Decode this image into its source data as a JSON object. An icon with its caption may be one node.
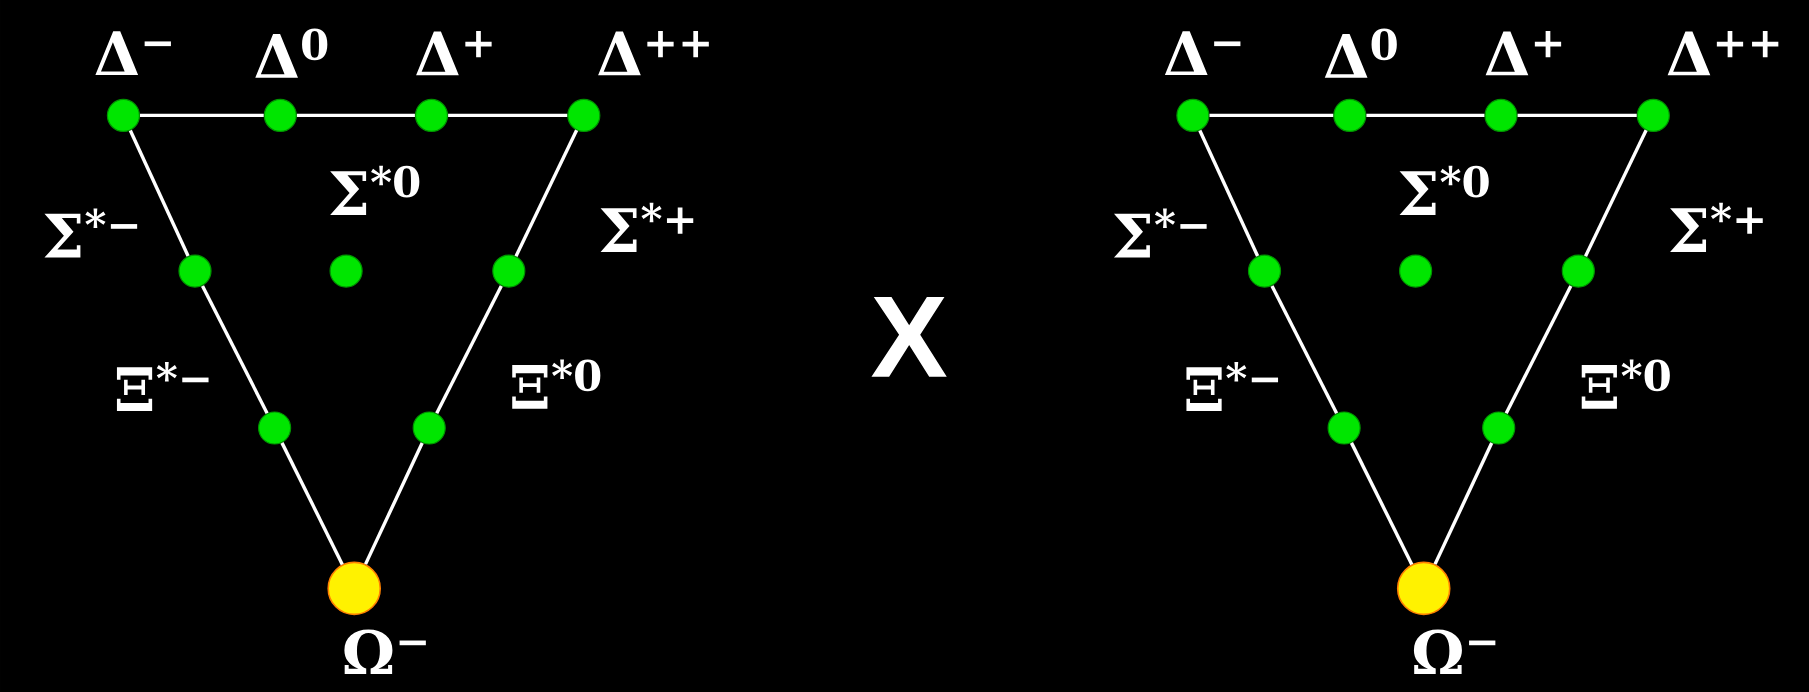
{
  "diagram": {
    "nodes": [
      {
        "text": [
          "Δ$^{−}$"
        ]
      },
      {
        "text": [
          "Δ$^{0}$"
        ]
      },
      {
        "text": [
          "Δ$^{+}$"
        ]
      },
      {
        "text": [
          "Δ$^{++}$"
        ]
      },
      {
        "text": [
          "Σ$^{*−}$"
        ]
      },
      {
        "text": [
          "Σ$^{*0}$"
        ]
      },
      {
        "text": [
          "Σ$^{*+}$"
        ]
      },
      {
        "text": [
          "Ξ$^{*−}$"
        ]
      },
      {
        "text": [
          "Ξ$^{*0}$"
        ]
      },
      {
        "text": [
          "Ω$^{−}$"
        ]
      },
      {
        "text": [
          "Δ$^{−}$"
        ]
      },
      {
        "text": [
          "Δ$^{0}$"
        ]
      },
      {
        "text": [
          "Δ$^{+}$"
        ]
      },
      {
        "text": [
          "Δ$^{++}$"
        ]
      },
      {
        "text": [
          "Σ$^{*−}$"
        ]
      },
      {
        "text": [
          "Σ$^{*0}$"
        ]
      },
      {
        "text": [
          "Σ$^{*+}$"
        ]
      },
      {
        "text": [
          "Ξ$^{*−}$"
        ]
      },
      {
        "text": [
          "Ξ$^{*0}$"
        ]
      },
      {
        "text": [
          "Ω$^{−}$"
        ]
      }
    ],
    "edges": [
      {
        "from": 0,
        "to": 1,
        "arrow": "none"
      },
      {
        "from": 1,
        "to": 2,
        "arrow": "none"
      },
      {
        "from": 2,
        "to": 3,
        "arrow": "none"
      },
      {
        "from": 0,
        "to": 4,
        "arrow": "none"
      },
      {
        "from": 4,
        "to": 7,
        "arrow": "none"
      },
      {
        "from": 7,
        "to": 9,
        "arrow": "none"
      },
      {
        "from": 3,
        "to": 6,
        "arrow": "none"
      },
      {
        "from": 6,
        "to": 8,
        "arrow": "none"
      },
      {
        "from": 8,
        "to": 9,
        "arrow": "none"
      },
      {
        "from": 10,
        "to": 11,
        "arrow": "none"
      },
      {
        "from": 11,
        "to": 12,
        "arrow": "none"
      },
      {
        "from": 12,
        "to": 13,
        "arrow": "none"
      },
      {
        "from": 10,
        "to": 14,
        "arrow": "none"
      },
      {
        "from": 14,
        "to": 17,
        "arrow": "none"
      },
      {
        "from": 17,
        "to": 19,
        "arrow": "none"
      },
      {
        "from": 13,
        "to": 16,
        "arrow": "none"
      },
      {
        "from": 16,
        "to": 18,
        "arrow": "none"
      },
      {
        "from": 18,
        "to": 19,
        "arrow": "none"
      }
    ],
    "labels": [
      "X"
    ]
  }
}
